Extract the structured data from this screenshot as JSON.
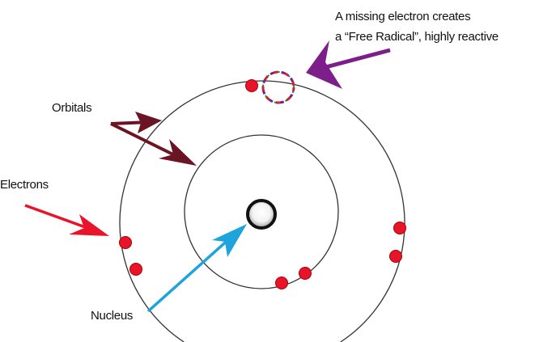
{
  "labels": {
    "free_radical_line1": "A missing electron creates",
    "free_radical_line2": "a “Free Radical”, highly reactive",
    "orbitals": "Orbitals",
    "electrons": "Electrons",
    "nucleus": "Nucleus"
  },
  "colors": {
    "orbital_arrow": "#6b1424",
    "electron_arrow": "#e8142a",
    "nucleus_arrow": "#1fa3dc",
    "free_radical_arrow": "#7d1f8a",
    "electron": "#e8142a"
  },
  "electron_count": 7
}
